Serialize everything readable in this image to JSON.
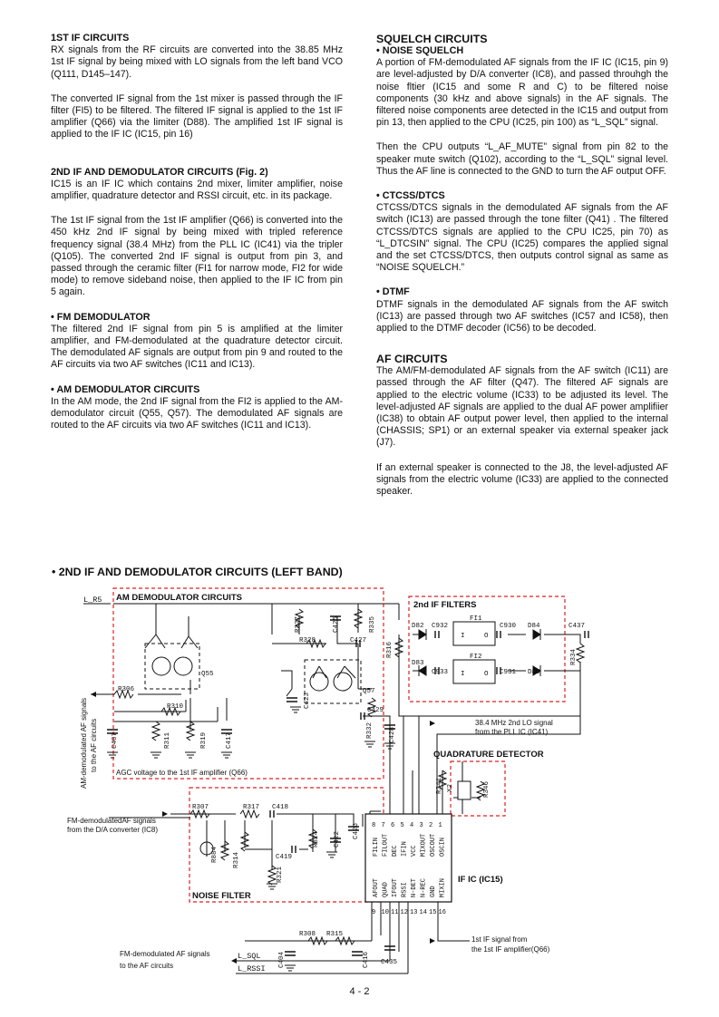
{
  "left": {
    "sec1_title": "1ST IF CIRCUITS",
    "sec1_p1": "RX signals from the RF circuits are converted into the 38.85 MHz 1st IF signal by being mixed with LO signals from the left band VCO (Q111, D145–147).",
    "sec1_p2": "The converted IF signal from the 1st mixer is passed through the IF filter (FI5) to be filtered. The filtered IF signal is applied to the 1st IF amplifier (Q66) via the limiter (D88). The amplified 1st IF signal is applied to the IF IC (IC15, pin 16)",
    "sec2_title": "2ND IF AND DEMODULATOR CIRCUITS (Fig. 2)",
    "sec2_p1": "IC15 is an IF IC which contains 2nd mixer, limiter amplifier, noise amplifier, quadrature detector and RSSI circuit, etc. in its package.",
    "sec2_p2": "The 1st IF signal from the 1st IF amplifier (Q66) is converted into the 450 kHz 2nd IF signal by being mixed with tripled reference frequency signal (38.4 MHz) from the PLL IC (IC41) via the tripler (Q105). The converted 2nd IF signal is output from pin 3, and passed through the ceramic filter (FI1 for narrow mode, FI2 for wide mode) to remove sideband noise, then applied to the IF IC from pin 5 again.",
    "fm_title": "• FM DEMODULATOR",
    "fm_p": "The filtered 2nd IF signal from pin 5 is amplified at the limiter amplifier, and FM-demodulated at the quadrature detector circuit. The demodulated AF signals are output from pin 9 and routed to the AF circuits via two AF switches (IC11 and IC13).",
    "am_title": "• AM DEMODULATOR CIRCUITS",
    "am_p": "In the AM mode, the 2nd IF signal from the FI2 is applied to the AM-demodulator circuit (Q55, Q57). The demodulated AF signals are routed to the AF circuits via two AF switches (IC11 and IC13)."
  },
  "right": {
    "sq_title": "SQUELCH CIRCUITS",
    "ns_title": "• NOISE SQUELCH",
    "ns_p1": "A portion of FM-demodulated AF signals from the IF IC (IC15, pin 9) are level-adjusted by D/A converter (IC8), and passed throuhgh the noise fltier (IC15 and some R and C) to be filtered noise components (30 kHz and above signals) in the AF signals. The filtered noise components aree detected in the IC15 and output from pin 13, then applied to the CPU (IC25, pin 100) as “L_SQL” signal.",
    "ns_p2": "Then the CPU outputs “L_AF_MUTE” signal from pin 82 to the speaker mute switch (Q102), according to the “L_SQL” signal level. Thus the AF line is connected to the GND to turn the AF output OFF.",
    "ct_title": "• CTCSS/DTCS",
    "ct_p": "CTCSS/DTCS signals in the demodulated AF signals from the AF switch (IC13) are passed through the tone filter (Q41) . The filtered CTCSS/DTCS signals are applied to the CPU IC25, pin 70) as “L_DTCSIN” signal. The CPU (IC25) compares the applied signal and the set CTCSS/DTCS, then outputs control signal as same as “NOISE SQUELCH.”",
    "dt_title": "• DTMF",
    "dt_p": "DTMF signals in the demodulated AF signals from the AF switch (IC13) are passed through two AF switches (IC57 and IC58), then applied to the DTMF decoder (IC56) to be decoded.",
    "af_title": "AF CIRCUITS",
    "af_p1": "The AM/FM-demodulated AF signals from the AF switch (IC11) are passed through the AF filter (Q47). The filtered AF signals are applied to the electric volume (IC33) to be adjusted its level. The level-adjusted AF signals are applied to the dual AF power amplifiier (IC38) to obtain AF output power level, then applied to the internal (CHASSIS; SP1) or an external speaker via external speaker jack (J7).",
    "af_p2": "If an external speaker is connected to the J8, the level-adjusted AF signals from the electric volume (IC33) are applied to the connected speaker."
  },
  "figure": {
    "title": "• 2ND IF AND DEMODULATOR CIRCUITS (LEFT BAND)",
    "am_box": "AM DEMODULATOR CIRCUITS",
    "if_filters": "2nd IF FILTERS",
    "quad": "QUADRATURE DETECTOR",
    "noise_filter": "NOISE FILTER",
    "ic_label": "IF IC (IC15)",
    "agc": "AGC voltage to the 1st IF amplifier (Q66)",
    "lo1": "38.4 MHz 2nd LO signal",
    "lo2": "from the PLL IC (IC41)",
    "fm_in1": "FM-demodulatedAF signals",
    "fm_in2": "from the D/A converter (IC8)",
    "fm_out1": "FM-demodulated AF signals",
    "fm_out2": "to the AF circuits",
    "first_if1": "1st IF signal from",
    "first_if2": "the 1st IF amplifier(Q66)",
    "am_out1": "AM-demodulated AF signals",
    "am_out2": "to the AF circuits",
    "net_lr5": "L_R5",
    "net_lsql": "L_SQL",
    "net_lrssi": "L_RSSI",
    "ic_top_pins": [
      "FILIN",
      "FILOUT",
      "DEC",
      "IFIN",
      "VCC",
      "MIXOUT",
      "OSCOUT",
      "OSCIN"
    ],
    "ic_top_nums": [
      "8",
      "7",
      "6",
      "5",
      "4",
      "3",
      "2",
      "1"
    ],
    "ic_bot_pins": [
      "AFOUT",
      "QUAD",
      "IFOUT",
      "RSSI",
      "N-DET",
      "N-REC",
      "GND",
      "MIXIN"
    ],
    "ic_bot_nums": [
      "9",
      "10",
      "11",
      "12",
      "13",
      "14",
      "15",
      "16"
    ],
    "parts": {
      "r327": "R327",
      "c425": "C425",
      "r335": "R335",
      "r328": "R328",
      "c427": "C427",
      "q55": "Q55",
      "q57": "Q57",
      "r306": "R306",
      "r310": "R310",
      "c407": "C407",
      "r311": "R311",
      "r319": "R319",
      "c417": "C417",
      "c423": "C423",
      "c429": "C429",
      "r332": "R332",
      "c428": "C428",
      "r316": "R316",
      "d82": "D82",
      "c932": "C932",
      "fi1": "FI1",
      "c930": "C930",
      "d84": "D84",
      "c437": "C437",
      "r334": "R334",
      "d83": "D83",
      "c933": "C933",
      "fi2": "FI2",
      "c931": "C931",
      "d85": "D85",
      "r341": "R341",
      "x2": "X2",
      "r346": "R346",
      "r307": "R307",
      "r317": "R317",
      "c418": "C418",
      "r884": "R884",
      "r314": "R314",
      "c419": "C419",
      "r324": "R324",
      "c422": "C422",
      "c426": "C426",
      "r321": "R321",
      "r308": "R308",
      "r315": "R315",
      "c404": "C404",
      "c416": "C416",
      "c435": "C435",
      "io": "I",
      "oo": "O"
    }
  },
  "page_number": "4 - 2"
}
